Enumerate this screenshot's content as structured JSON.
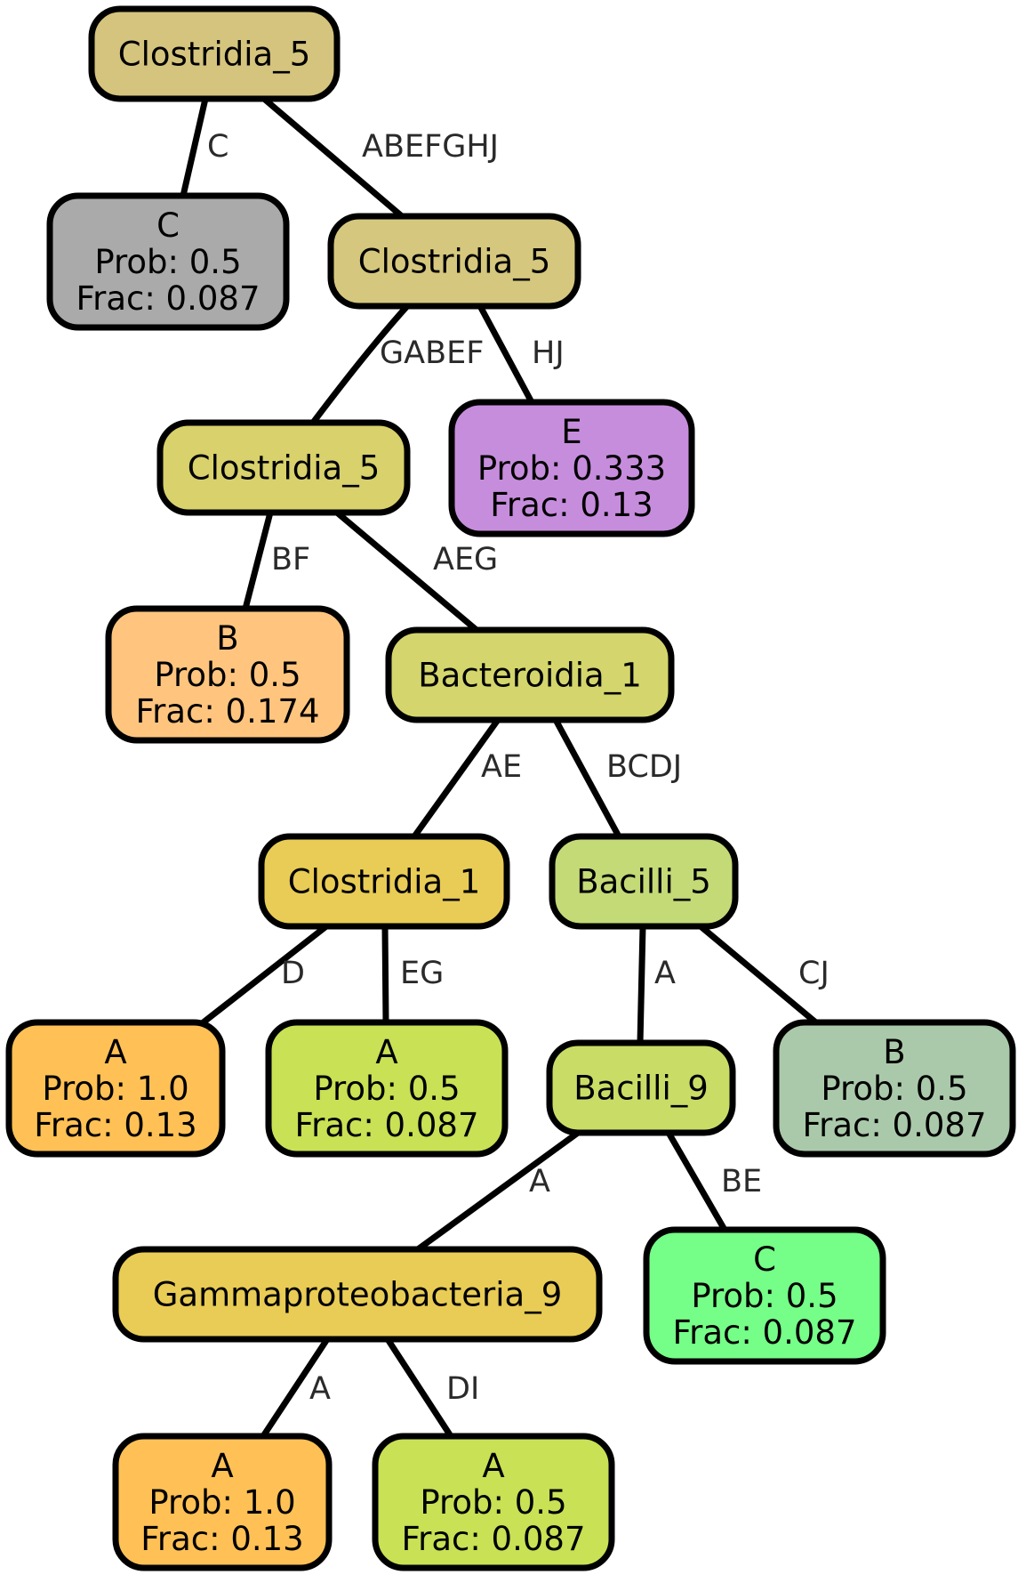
{
  "nodes": [
    {
      "id": "n0",
      "lines": [
        "Clostridia_5"
      ],
      "color": "#D5C47D"
    },
    {
      "id": "n1",
      "lines": [
        "C",
        "Prob: 0.5",
        "Frac: 0.087"
      ],
      "color": "#AAAAAA"
    },
    {
      "id": "n2",
      "lines": [
        "Clostridia_5"
      ],
      "color": "#D5C77D"
    },
    {
      "id": "n3",
      "lines": [
        "Clostridia_5"
      ],
      "color": "#D8D16C"
    },
    {
      "id": "n4",
      "lines": [
        "E",
        "Prob: 0.333",
        "Frac: 0.13"
      ],
      "color": "#C78DDD"
    },
    {
      "id": "n5",
      "lines": [
        "B",
        "Prob: 0.5",
        "Frac: 0.174"
      ],
      "color": "#FFC57F"
    },
    {
      "id": "n6",
      "lines": [
        "Bacteroidia_1"
      ],
      "color": "#D4D66D"
    },
    {
      "id": "n7",
      "lines": [
        "Clostridia_1"
      ],
      "color": "#E9CC55"
    },
    {
      "id": "n8",
      "lines": [
        "Bacilli_5"
      ],
      "color": "#C4DA77"
    },
    {
      "id": "n9",
      "lines": [
        "A",
        "Prob: 1.0",
        "Frac: 0.13"
      ],
      "color": "#FFC155"
    },
    {
      "id": "n10",
      "lines": [
        "A",
        "Prob: 0.5",
        "Frac: 0.087"
      ],
      "color": "#C8E155"
    },
    {
      "id": "n11",
      "lines": [
        "Bacilli_9"
      ],
      "color": "#C9DD66"
    },
    {
      "id": "n12",
      "lines": [
        "B",
        "Prob: 0.5",
        "Frac: 0.087"
      ],
      "color": "#AAC9AA"
    },
    {
      "id": "n13",
      "lines": [
        "Gammaproteobacteria_9"
      ],
      "color": "#E9CC55"
    },
    {
      "id": "n14",
      "lines": [
        "C",
        "Prob: 0.5",
        "Frac: 0.087"
      ],
      "color": "#76FF88"
    },
    {
      "id": "n15",
      "lines": [
        "A",
        "Prob: 1.0",
        "Frac: 0.13"
      ],
      "color": "#FFC155"
    },
    {
      "id": "n16",
      "lines": [
        "A",
        "Prob: 0.5",
        "Frac: 0.087"
      ],
      "color": "#C8E155"
    }
  ],
  "edges": [
    {
      "from": "n0",
      "to": "n1",
      "label": "C"
    },
    {
      "from": "n0",
      "to": "n2",
      "label": "ABEFGHJ"
    },
    {
      "from": "n2",
      "to": "n3",
      "label": "GABEF"
    },
    {
      "from": "n2",
      "to": "n4",
      "label": "HJ"
    },
    {
      "from": "n3",
      "to": "n5",
      "label": "BF"
    },
    {
      "from": "n3",
      "to": "n6",
      "label": "AEG"
    },
    {
      "from": "n6",
      "to": "n7",
      "label": "AE"
    },
    {
      "from": "n6",
      "to": "n8",
      "label": "BCDJ"
    },
    {
      "from": "n7",
      "to": "n9",
      "label": "D"
    },
    {
      "from": "n7",
      "to": "n10",
      "label": "EG"
    },
    {
      "from": "n8",
      "to": "n11",
      "label": "A"
    },
    {
      "from": "n8",
      "to": "n12",
      "label": "CJ"
    },
    {
      "from": "n11",
      "to": "n13",
      "label": "A"
    },
    {
      "from": "n11",
      "to": "n14",
      "label": "BE"
    },
    {
      "from": "n13",
      "to": "n15",
      "label": "A"
    },
    {
      "from": "n13",
      "to": "n16",
      "label": "DI"
    }
  ]
}
